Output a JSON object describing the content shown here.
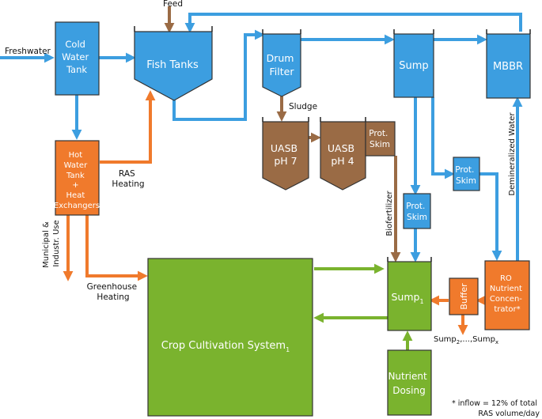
{
  "colors": {
    "water": "#3c9ee0",
    "warm": "#f07a2c",
    "plant": "#7ab32e",
    "sludge": "#9a6b45",
    "box_stroke": "#333333"
  },
  "labels": {
    "feed": "Feed",
    "freshwater": "Freshwater",
    "cold_tank": [
      "Cold",
      "Water",
      "Tank"
    ],
    "fish_tanks": "Fish Tanks",
    "drum_filter": [
      "Drum",
      "Filter"
    ],
    "sump_top": "Sump",
    "mbbr": "MBBR",
    "hot_tank": [
      "Hot",
      "Water",
      "Tank",
      "+",
      "Heat",
      "Exchangers"
    ],
    "ras_heating": [
      "RAS",
      "Heating"
    ],
    "sludge": "Sludge",
    "uasb7": [
      "UASB",
      "pH 7"
    ],
    "uasb4": [
      "UASB",
      "pH 4"
    ],
    "prot_skim": [
      "Prot.",
      "Skim"
    ],
    "demineralized": "Demineralized Water",
    "biofertilizer": "Biofertilizer",
    "municipal": [
      "Municipal &",
      "Industr. Use"
    ],
    "greenhouse": [
      "Greenhouse",
      "Heating"
    ],
    "crop_system": "Crop Cultivation System",
    "crop_sub": "1",
    "sump1": "Sump",
    "sump1_sub": "1",
    "buffer": "Buffer",
    "ro": [
      "RO",
      "Nutrient",
      "Concen-",
      "trator*"
    ],
    "sump_range": [
      "Sump",
      "2",
      ",...,Sump",
      "x"
    ],
    "nutrient": [
      "Nutrient",
      "Dosing"
    ],
    "footnote": [
      "* inflow = 12% of total",
      "RAS volume/day"
    ]
  }
}
